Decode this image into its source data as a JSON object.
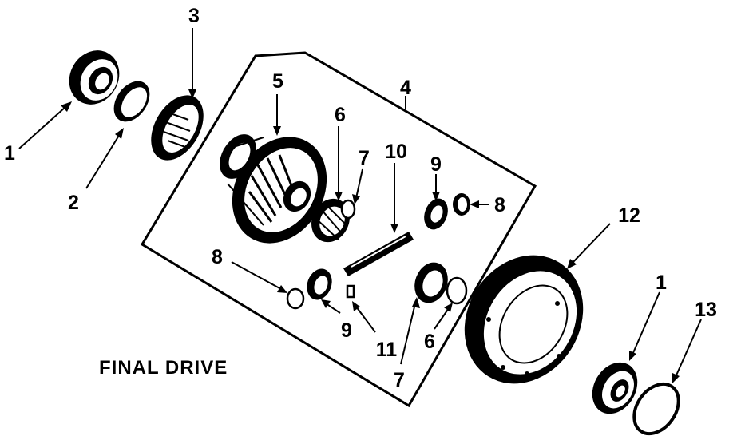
{
  "diagram": {
    "title": "FINAL DRIVE",
    "callouts": [
      "1",
      "2",
      "3",
      "5",
      "4",
      "6",
      "7",
      "10",
      "9",
      "8",
      "12",
      "8",
      "9",
      "11",
      "6",
      "7",
      "1",
      "13"
    ]
  }
}
